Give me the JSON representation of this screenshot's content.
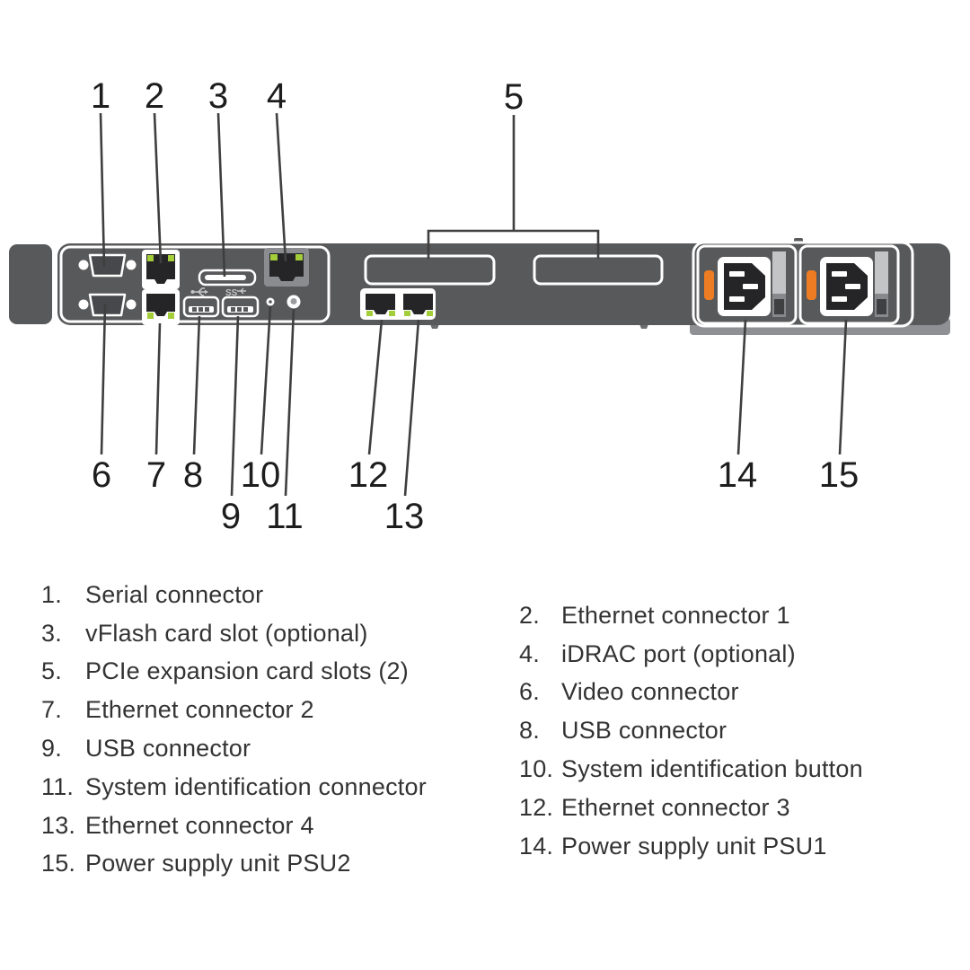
{
  "figure": {
    "description": "Server rear panel callout diagram",
    "callouts": [
      {
        "label": "1"
      },
      {
        "label": "2"
      },
      {
        "label": "3"
      },
      {
        "label": "4"
      },
      {
        "label": "5"
      },
      {
        "label": "6"
      },
      {
        "label": "7"
      },
      {
        "label": "8"
      },
      {
        "label": "9"
      },
      {
        "label": "10"
      },
      {
        "label": "11"
      },
      {
        "label": "12"
      },
      {
        "label": "13"
      },
      {
        "label": "14"
      },
      {
        "label": "15"
      }
    ],
    "usb3_logo_text": "SS",
    "icons": {
      "usb_icon": "usb-trident",
      "usb3_ss_icon": "superspeed-usb",
      "led_indicator": "green-square"
    }
  },
  "legend": {
    "left": [
      {
        "num": "1.",
        "label": "Serial connector"
      },
      {
        "num": "3.",
        "label": "vFlash card slot (optional)"
      },
      {
        "num": "5.",
        "label": "PCIe expansion card slots (2)"
      },
      {
        "num": "7.",
        "label": "Ethernet connector 2"
      },
      {
        "num": "9.",
        "label": "USB connector"
      },
      {
        "num": "11.",
        "label": "System identification connector"
      },
      {
        "num": "13.",
        "label": "Ethernet connector 4"
      },
      {
        "num": "15.",
        "label": "Power supply unit PSU2"
      }
    ],
    "right": [
      {
        "num": "2.",
        "label": "Ethernet connector 1"
      },
      {
        "num": "4.",
        "label": "iDRAC port (optional)"
      },
      {
        "num": "6.",
        "label": "Video connector"
      },
      {
        "num": "8.",
        "label": "USB connector"
      },
      {
        "num": "10.",
        "label": "System identification button"
      },
      {
        "num": "12.",
        "label": "Ethernet connector 3"
      },
      {
        "num": "14.",
        "label": "Power supply unit PSU1"
      }
    ]
  },
  "colors": {
    "chassis_gray": "#58595b",
    "port_black": "#252527",
    "led_green": "#a3cd39",
    "psu_clip_orange": "#ee7c22",
    "idrac_surround": "#8a8c8f",
    "psu_lip": "#8e9093",
    "leader_line": "#3f3f3f",
    "legend_text": "#333333"
  }
}
